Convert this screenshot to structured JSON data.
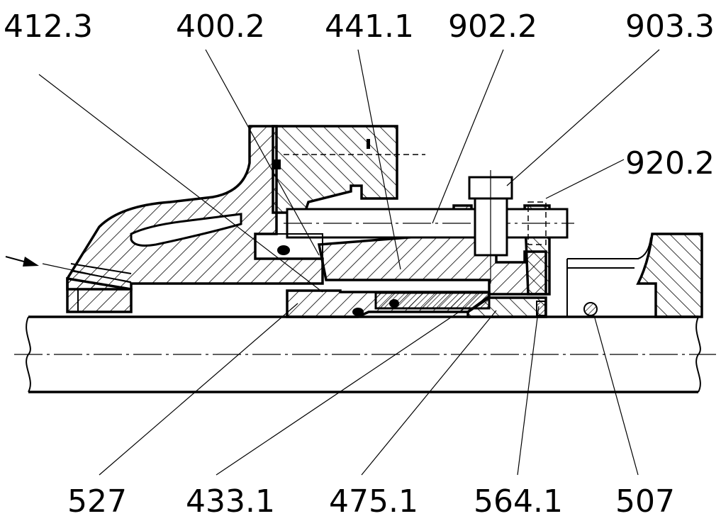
{
  "drawing": {
    "labels_top": [
      {
        "id": "412-3",
        "text": "412.3"
      },
      {
        "id": "400-2",
        "text": "400.2"
      },
      {
        "id": "441-1",
        "text": "441.1"
      },
      {
        "id": "902-2",
        "text": "902.2"
      },
      {
        "id": "903-3",
        "text": "903.3"
      },
      {
        "id": "920-2",
        "text": "920.2"
      }
    ],
    "labels_bottom": [
      {
        "id": "527",
        "text": "527"
      },
      {
        "id": "433-1",
        "text": "433.1"
      },
      {
        "id": "475-1",
        "text": "475.1"
      },
      {
        "id": "564-1",
        "text": "564.1"
      },
      {
        "id": "507",
        "text": "507"
      }
    ]
  }
}
